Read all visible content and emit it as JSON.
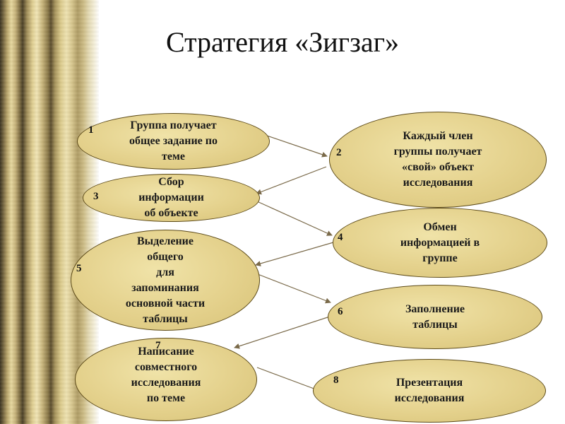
{
  "title": "Стратегия «Зигзаг»",
  "steps": [
    {
      "number": "1",
      "text": "Группа получает\nобщее задание по\nтеме"
    },
    {
      "number": "2",
      "text": "Каждый член\nгруппы получает\n«свой» объект\nисследования"
    },
    {
      "number": "3",
      "text": "Сбор\nинформации\nоб объекте"
    },
    {
      "number": "4",
      "text": "Обмен\nинформацией в\nгруппе"
    },
    {
      "number": "5",
      "text": "Выделение\nобщего\nдля\nзапоминания\nосновной части\nтаблицы"
    },
    {
      "number": "6",
      "text": "Заполнение\nтаблицы"
    },
    {
      "number": "7",
      "text": "Написание\nсовместного\nисследования\nпо теме"
    },
    {
      "number": "8",
      "text": "Презентация\nисследования"
    }
  ],
  "colors": {
    "oval_fill": "#e4d18c",
    "oval_border": "#5c4a18",
    "arrow": "#7a6a4a"
  }
}
